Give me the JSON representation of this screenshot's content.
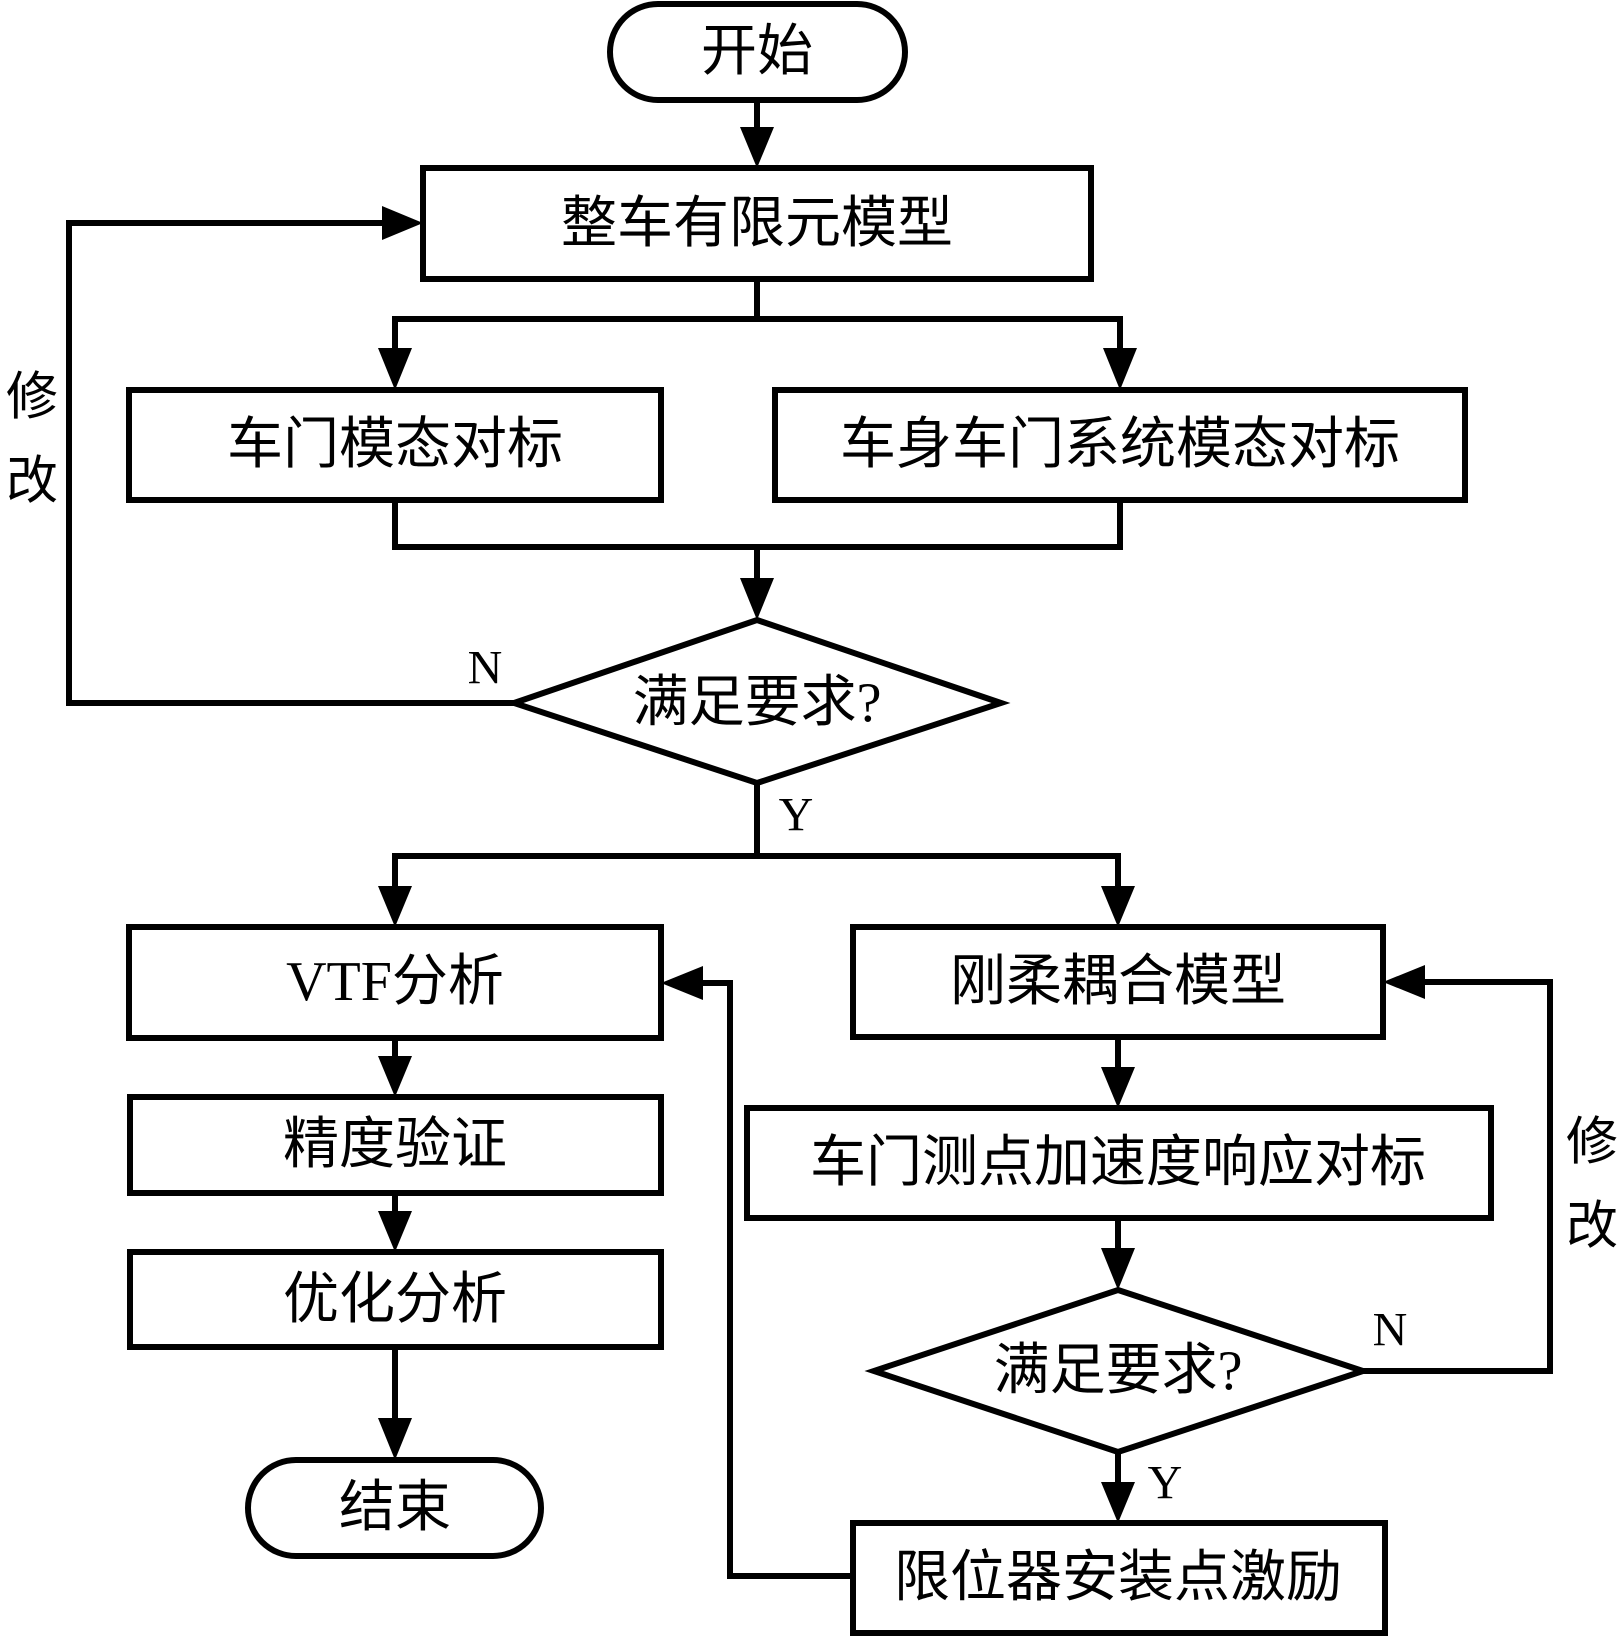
{
  "diagram": {
    "type": "flowchart",
    "nodes": {
      "start": {
        "label": "开始",
        "shape": "terminal"
      },
      "full_vehicle_fe_model": {
        "label": "整车有限元模型",
        "shape": "process"
      },
      "door_modal_benchmark": {
        "label": "车门模态对标",
        "shape": "process"
      },
      "body_door_system_modal_benchmark": {
        "label": "车身车门系统模态对标",
        "shape": "process"
      },
      "decision_1": {
        "label": "满足要求?",
        "shape": "decision"
      },
      "vtf_analysis": {
        "label": "VTF分析",
        "shape": "process"
      },
      "accuracy_verification": {
        "label": "精度验证",
        "shape": "process"
      },
      "optimization_analysis": {
        "label": "优化分析",
        "shape": "process"
      },
      "end": {
        "label": "结束",
        "shape": "terminal"
      },
      "rigid_flexible_coupling_model": {
        "label": "刚柔耦合模型",
        "shape": "process"
      },
      "door_point_accel_response_benchmark": {
        "label": "车门测点加速度响应对标",
        "shape": "process"
      },
      "decision_2": {
        "label": "满足要求?",
        "shape": "decision"
      },
      "limiter_mount_excitation": {
        "label": "限位器安装点激励",
        "shape": "process"
      }
    },
    "edge_labels": {
      "decision_1_no": "N",
      "decision_1_yes": "Y",
      "decision_2_no": "N",
      "decision_2_yes": "Y"
    },
    "loop_labels": {
      "left_modify": "修\n改",
      "left_modify_chars": [
        "修",
        "改"
      ],
      "right_modify_chars": [
        "修",
        "改"
      ]
    },
    "edges": [
      {
        "from": "start",
        "to": "full_vehicle_fe_model"
      },
      {
        "from": "full_vehicle_fe_model",
        "to": "door_modal_benchmark"
      },
      {
        "from": "full_vehicle_fe_model",
        "to": "body_door_system_modal_benchmark"
      },
      {
        "from": "door_modal_benchmark",
        "to": "decision_1"
      },
      {
        "from": "body_door_system_modal_benchmark",
        "to": "decision_1"
      },
      {
        "from": "decision_1",
        "to": "full_vehicle_fe_model",
        "label": "N"
      },
      {
        "from": "decision_1",
        "to": "vtf_analysis",
        "label": "Y"
      },
      {
        "from": "decision_1",
        "to": "rigid_flexible_coupling_model",
        "label": "Y"
      },
      {
        "from": "vtf_analysis",
        "to": "accuracy_verification"
      },
      {
        "from": "accuracy_verification",
        "to": "optimization_analysis"
      },
      {
        "from": "optimization_analysis",
        "to": "end"
      },
      {
        "from": "rigid_flexible_coupling_model",
        "to": "door_point_accel_response_benchmark"
      },
      {
        "from": "door_point_accel_response_benchmark",
        "to": "decision_2"
      },
      {
        "from": "decision_2",
        "to": "rigid_flexible_coupling_model",
        "label": "N"
      },
      {
        "from": "decision_2",
        "to": "limiter_mount_excitation",
        "label": "Y"
      },
      {
        "from": "limiter_mount_excitation",
        "to": "vtf_analysis"
      }
    ],
    "colors": {
      "stroke": "#000000",
      "background": "#ffffff",
      "text": "#000000"
    }
  }
}
